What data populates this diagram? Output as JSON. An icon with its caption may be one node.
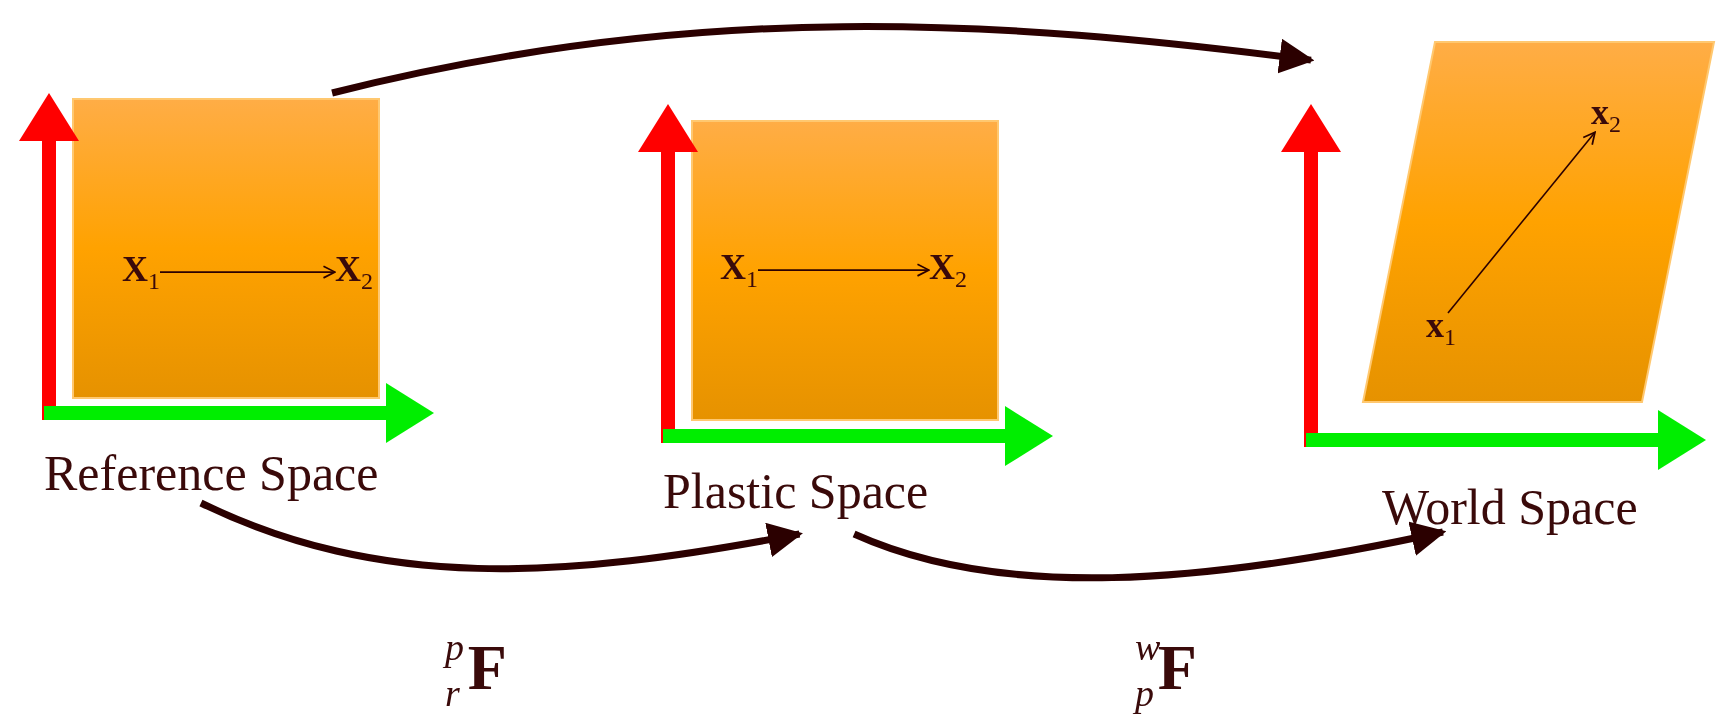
{
  "diagram": {
    "nodes": [
      {
        "text": [
          "Reference Space"
        ]
      },
      {
        "text": [
          "X$_{1}$"
        ],
        "in": 0
      },
      {
        "text": [
          "X$_{2}$"
        ],
        "in": 0
      },
      {
        "text": [
          "Plastic Space"
        ]
      },
      {
        "text": [
          "X$_{1}$"
        ],
        "in": 3
      },
      {
        "text": [
          "X$_{2}$"
        ],
        "in": 3
      },
      {
        "text": [
          "World Space"
        ]
      },
      {
        "text": [
          "x$_{1}$"
        ],
        "in": 6
      },
      {
        "text": [
          "x$_{2}$"
        ],
        "in": 6
      }
    ],
    "edges": [
      {
        "from": 1,
        "to": 2,
        "arrow": "to"
      },
      {
        "from": 4,
        "to": 5,
        "arrow": "to"
      },
      {
        "from": 7,
        "to": 8,
        "arrow": "to"
      },
      {
        "from": 0,
        "to": 6,
        "arrow": "to",
        "style": "thick"
      },
      {
        "from": 0,
        "to": 3,
        "arrow": "to",
        "style": "thick"
      },
      {
        "from": 3,
        "to": 6,
        "arrow": "to",
        "style": "thick"
      }
    ],
    "labels": [
      "$^{p}$$_{r}$**F**",
      "$^{w}$$_{p}$**F**"
    ]
  }
}
